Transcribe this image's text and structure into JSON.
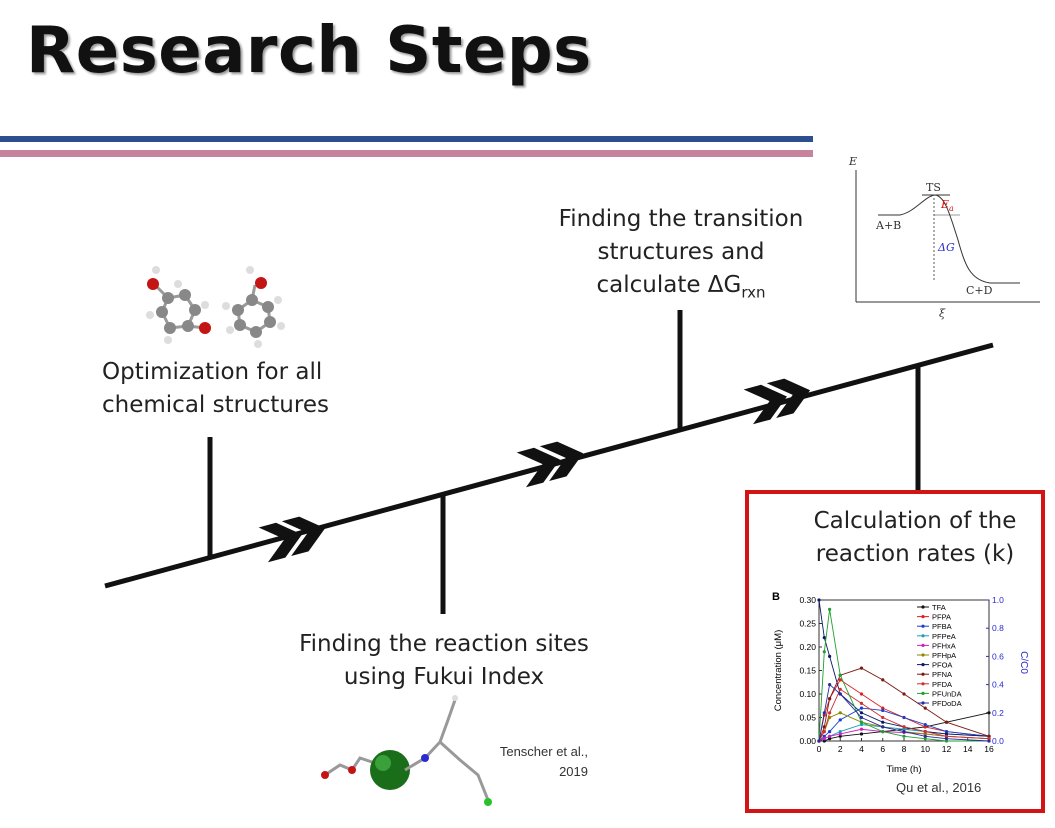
{
  "slide": {
    "title": "Research Steps"
  },
  "steps": {
    "optimization": {
      "line1": "Optimization for all",
      "line2": "chemical structures"
    },
    "fukui": {
      "line1": "Finding the reaction sites",
      "line2": "using Fukui Index"
    },
    "transition": {
      "line1": "Finding the transition",
      "line2": "structures and",
      "line3": "calculate ΔG",
      "line3_sub": "rxn"
    },
    "rates": {
      "line1": "Calculation of  the",
      "line2": "reaction rates (k)"
    }
  },
  "citations": {
    "tenscher_line1": "Tenscher et al.,",
    "tenscher_line2": "2019",
    "qu": "Qu et al., 2016"
  },
  "energy_diagram": {
    "y_axis": "E",
    "x_axis": "ξ",
    "ts": "TS",
    "reactants": "A+B",
    "products": "C+D",
    "ea": "E",
    "ea_sub": "a",
    "dg": "ΔG"
  },
  "chart_data": {
    "type": "line",
    "panel_label": "B",
    "xlabel": "Time (h)",
    "ylabel": "Concentration (μM)",
    "y2label": "C/C",
    "y2label_sub": "0",
    "xlim": [
      0,
      16
    ],
    "ylim": [
      0,
      0.3
    ],
    "y2lim": [
      0,
      1.0
    ],
    "xticks": [
      "0",
      "2",
      "4",
      "6",
      "8",
      "10",
      "12",
      "14",
      "16"
    ],
    "yticks": [
      "0.00",
      "0.05",
      "0.10",
      "0.15",
      "0.20",
      "0.25",
      "0.30"
    ],
    "y2ticks": [
      "0.0",
      "0.2",
      "0.4",
      "0.6",
      "0.8",
      "1.0"
    ],
    "x": [
      0,
      0.5,
      1,
      2,
      4,
      6,
      8,
      10,
      12,
      16
    ],
    "series": [
      {
        "name": "TFA",
        "color": "#111111",
        "values": [
          0.0,
          0.0,
          0.005,
          0.01,
          0.015,
          0.02,
          0.025,
          0.03,
          0.04,
          0.06
        ]
      },
      {
        "name": "PFPA",
        "color": "#e02020",
        "values": [
          0.0,
          0.055,
          0.09,
          0.13,
          0.1,
          0.07,
          0.05,
          0.03,
          0.02,
          0.01
        ]
      },
      {
        "name": "PFBA",
        "color": "#1a3fd0",
        "values": [
          0.0,
          0.01,
          0.02,
          0.045,
          0.07,
          0.065,
          0.05,
          0.035,
          0.02,
          0.01
        ]
      },
      {
        "name": "PFPeA",
        "color": "#17a2b8",
        "values": [
          0.0,
          0.005,
          0.01,
          0.02,
          0.035,
          0.03,
          0.025,
          0.02,
          0.015,
          0.01
        ]
      },
      {
        "name": "PFHxA",
        "color": "#d020c0",
        "values": [
          0.0,
          0.005,
          0.01,
          0.015,
          0.025,
          0.02,
          0.018,
          0.015,
          0.01,
          0.005
        ]
      },
      {
        "name": "PFHpA",
        "color": "#8a8a00",
        "values": [
          0.0,
          0.02,
          0.05,
          0.06,
          0.04,
          0.03,
          0.02,
          0.015,
          0.01,
          0.005
        ]
      },
      {
        "name": "PFOA",
        "color": "#0a1a6a",
        "values": [
          0.3,
          0.22,
          0.18,
          0.1,
          0.06,
          0.04,
          0.03,
          0.02,
          0.015,
          0.01
        ]
      },
      {
        "name": "PFNA",
        "color": "#7a1a10",
        "values": [
          0.0,
          0.03,
          0.09,
          0.14,
          0.155,
          0.13,
          0.1,
          0.07,
          0.04,
          0.01
        ]
      },
      {
        "name": "PFDA",
        "color": "#d03030",
        "values": [
          0.0,
          0.02,
          0.06,
          0.11,
          0.08,
          0.05,
          0.03,
          0.02,
          0.01,
          0.005
        ]
      },
      {
        "name": "PFUnDA",
        "color": "#20a030",
        "values": [
          0.0,
          0.19,
          0.28,
          0.14,
          0.04,
          0.02,
          0.01,
          0.005,
          0.0,
          0.0
        ]
      },
      {
        "name": "PFDoDA",
        "color": "#2a2aa0",
        "values": [
          0.0,
          0.06,
          0.12,
          0.1,
          0.05,
          0.03,
          0.02,
          0.01,
          0.005,
          0.0
        ]
      }
    ]
  }
}
